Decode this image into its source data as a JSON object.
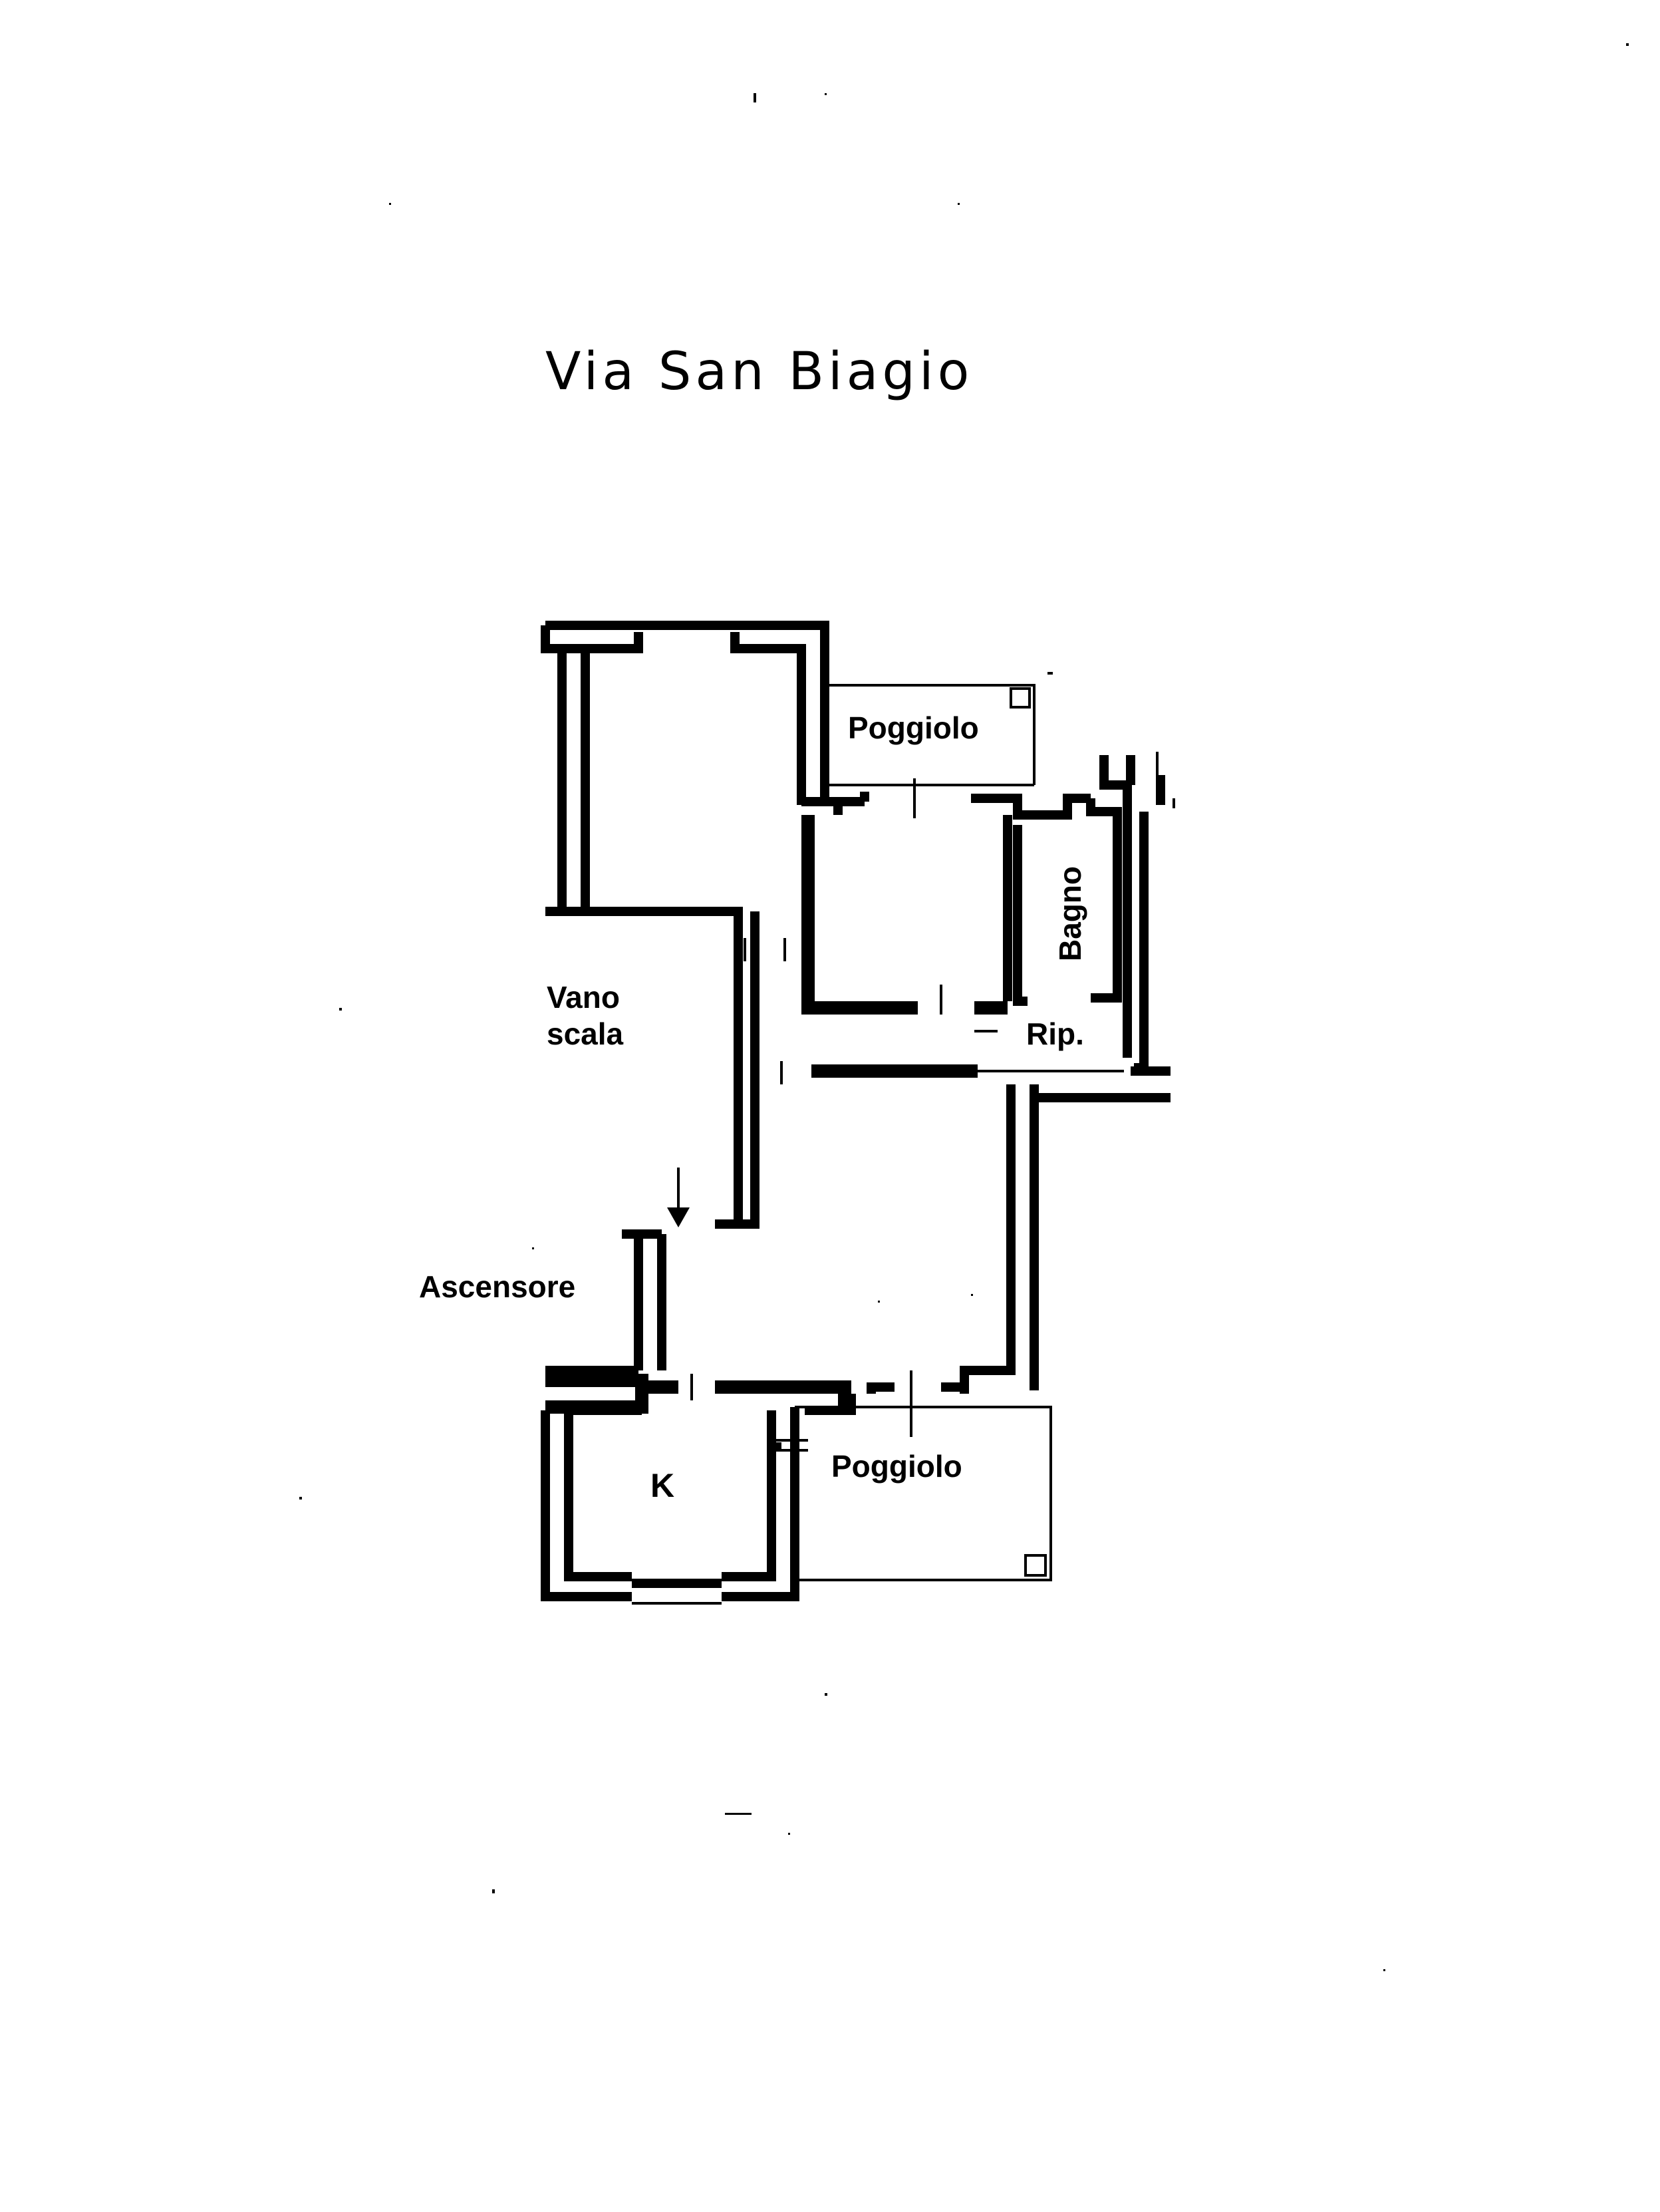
{
  "title": "Via San Biagio",
  "rooms": {
    "poggiolo_top": "Poggiolo",
    "bagno": "Bagno",
    "vano_scala_line1": "Vano",
    "vano_scala_line2": "scala",
    "ripostiglio": "Rip.",
    "ascensore": "Ascensore",
    "kitchen": "K",
    "poggiolo_bottom": "Poggiolo"
  }
}
